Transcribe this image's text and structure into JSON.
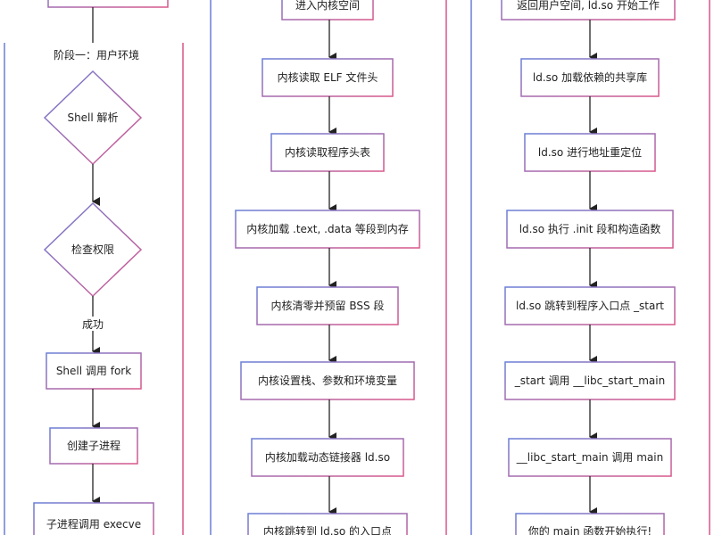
{
  "lanes": {
    "left": {
      "title": "阶段一：用户环境"
    },
    "middle": {
      "title": ""
    },
    "right": {
      "title": ""
    }
  },
  "left_nodes": [
    {
      "id": "shell-parse",
      "shape": "diamond",
      "label": "Shell 解析"
    },
    {
      "id": "check-perm",
      "shape": "diamond",
      "label": "检查权限"
    },
    {
      "id": "shell-fork",
      "shape": "rect",
      "label": "Shell 调用 fork"
    },
    {
      "id": "create-child",
      "shape": "rect",
      "label": "创建子进程"
    },
    {
      "id": "child-execve",
      "shape": "rect",
      "label": "子进程调用 execve"
    }
  ],
  "left_edge_labels": {
    "perm_success": "成功"
  },
  "middle_nodes": [
    {
      "id": "enter-kernel",
      "label": "进入内核空间"
    },
    {
      "id": "read-elf-header",
      "label": "内核读取 ELF 文件头"
    },
    {
      "id": "read-phdr",
      "label": "内核读取程序头表"
    },
    {
      "id": "load-segments",
      "label": "内核加载 .text, .data 等段到内存"
    },
    {
      "id": "clear-bss",
      "label": "内核清零并预留 BSS 段"
    },
    {
      "id": "setup-stack",
      "label": "内核设置栈、参数和环境变量"
    },
    {
      "id": "load-ldso",
      "label": "内核加载动态链接器 ld.so"
    },
    {
      "id": "jump-ldso",
      "label": "内核跳转到 ld.so 的入口点"
    }
  ],
  "right_nodes": [
    {
      "id": "return-user",
      "label": "返回用户空间, ld.so 开始工作"
    },
    {
      "id": "load-libs",
      "label": "ld.so 加载依赖的共享库"
    },
    {
      "id": "relocate",
      "label": "ld.so 进行地址重定位"
    },
    {
      "id": "run-init",
      "label": "ld.so 执行 .init 段和构造函数"
    },
    {
      "id": "jump-start",
      "label": "ld.so 跳转到程序入口点 _start"
    },
    {
      "id": "start-libc",
      "label": "_start 调用 __libc_start_main"
    },
    {
      "id": "libc-main",
      "label": "__libc_start_main 调用 main"
    },
    {
      "id": "main-runs",
      "label": "你的 main 函数开始执行!"
    }
  ],
  "colors": {
    "border_blue": "#6b7fd7",
    "border_pink": "#d9578a",
    "arrow": "#222222",
    "text": "#222222"
  }
}
